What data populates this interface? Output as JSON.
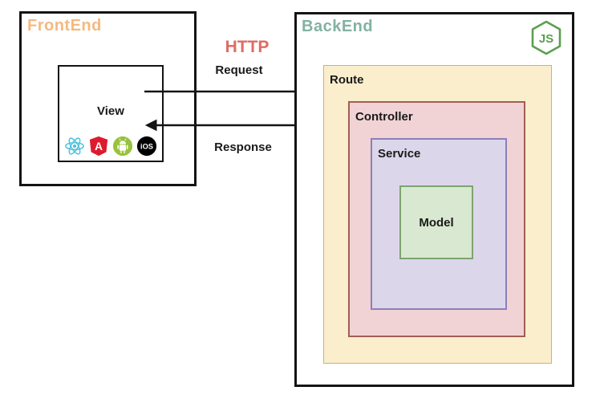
{
  "title": "FrontEnd / BackEnd HTTP architecture diagram",
  "frontend": {
    "label": "FrontEnd",
    "label_color": "#f4b97f",
    "view": {
      "label": "View"
    },
    "icons": [
      {
        "name": "react-icon",
        "color": "#4cc2dd"
      },
      {
        "name": "angular-icon",
        "color": "#dd1b2f",
        "letter": "A"
      },
      {
        "name": "android-icon",
        "color": "#98c23d"
      },
      {
        "name": "ios-icon",
        "color": "#000000",
        "text": "iOS"
      }
    ]
  },
  "http": {
    "label": "HTTP",
    "label_color": "#de6c63",
    "request_label": "Request",
    "response_label": "Response"
  },
  "backend": {
    "label": "BackEnd",
    "label_color": "#83b1a2",
    "nodejs": {
      "color": "#5b9e50",
      "text": "JS"
    },
    "layers": {
      "route": {
        "label": "Route",
        "bg": "#faeecd",
        "border": "#c9b474"
      },
      "controller": {
        "label": "Controller",
        "bg": "#f1d3d5",
        "border": "#a25d55"
      },
      "service": {
        "label": "Service",
        "bg": "#dcd6eb",
        "border": "#8d80b6"
      },
      "model": {
        "label": "Model",
        "bg": "#d9e8d0",
        "border": "#7da46f"
      }
    }
  },
  "arrow_color": "#141414"
}
